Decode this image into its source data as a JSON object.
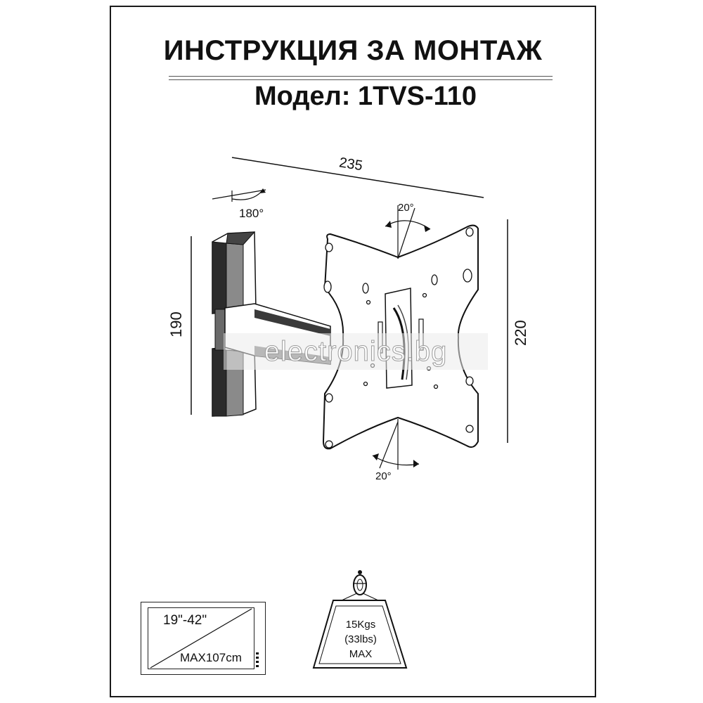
{
  "header": {
    "title": "ИНСТРУКЦИЯ ЗА МОНТАЖ",
    "model": "Модел: 1TVS-110"
  },
  "dimensions": {
    "width": "235",
    "height_arm": "190",
    "height_plate": "220",
    "swivel": "180°",
    "tilt_top": "20°",
    "tilt_bottom": "20°"
  },
  "watermark": "electronics.bg",
  "tv_spec": {
    "size": "19\"-42\"",
    "max": "MAX107cm"
  },
  "load_spec": {
    "weight_kg": "15Kgs",
    "weight_lbs": "(33lbs)",
    "max": "MAX"
  },
  "colors": {
    "line": "#111111",
    "plate_fill": "#ffffff",
    "arm_dark": "#2b2b2b",
    "arm_mid": "#8a8a8a"
  }
}
